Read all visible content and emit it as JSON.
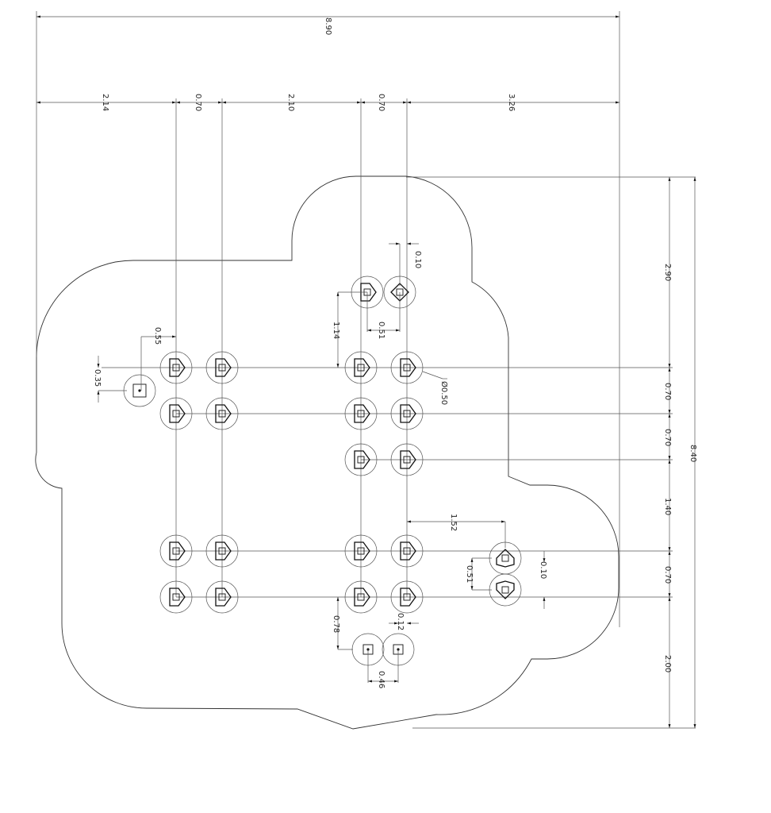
{
  "dimensions": {
    "top_overall": "8.90",
    "top_segments": [
      "2.14",
      "0.70",
      "2.10",
      "0.70",
      "3.26"
    ],
    "right_segments": [
      "2.90",
      "0.70",
      "0.70",
      "1.40",
      "0.70",
      "2.00"
    ],
    "right_overall": "8.40",
    "offset_055": "0.55",
    "offset_035": "0.35",
    "offset_010_top": "0.10",
    "offset_114": "1.14",
    "offset_051_top": "0.51",
    "hole_diameter": "Ø0.50",
    "offset_152": "1.52",
    "offset_051_right": "0.51",
    "offset_010_right": "0.10",
    "offset_078": "0.78",
    "offset_012": "0.12",
    "offset_046": "0.46"
  }
}
